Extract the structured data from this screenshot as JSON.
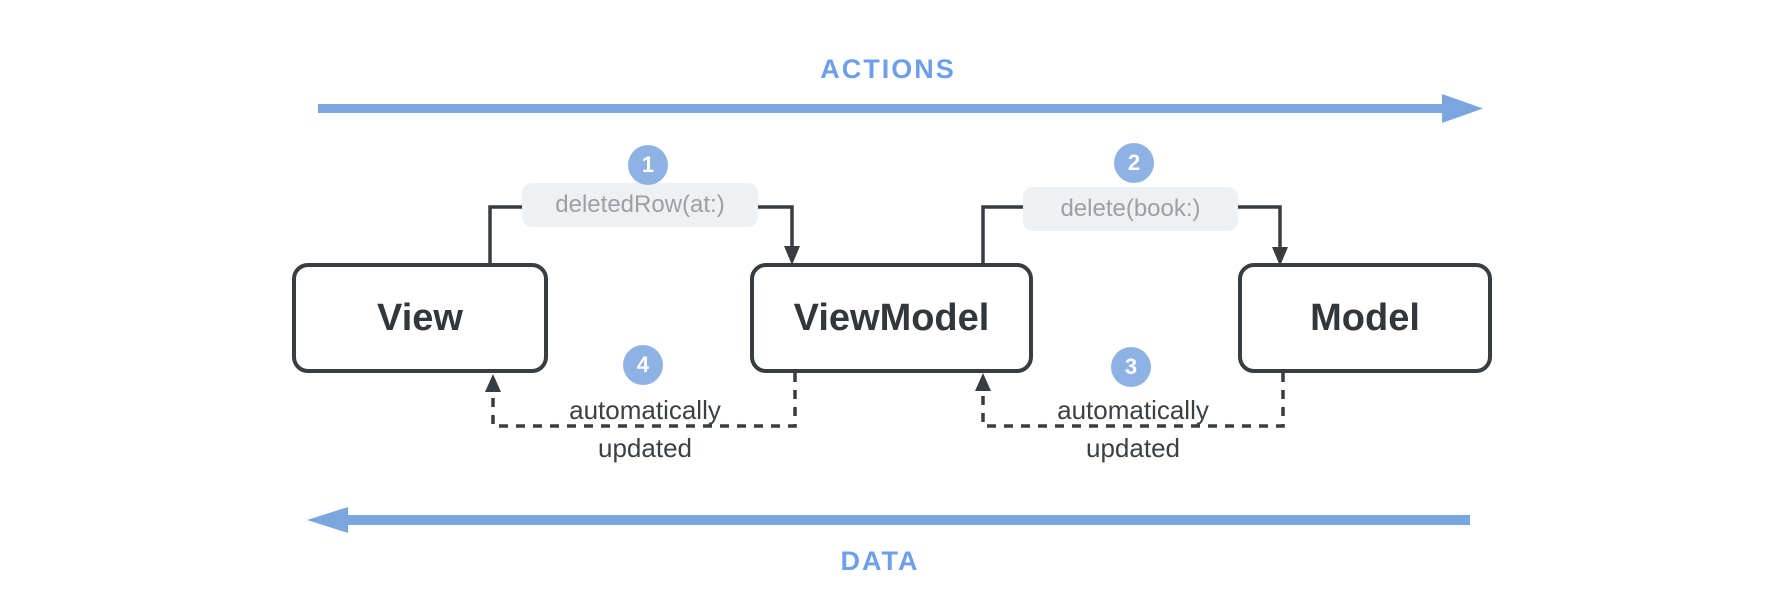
{
  "colors": {
    "arrow_blue": "#7aa5de",
    "badge_blue": "#8fb2e5",
    "flow_label_blue": "#6d9feb",
    "line_dark": "#383d41",
    "chip_bg": "#eef1f3",
    "chip_text": "#9aa0a6",
    "box_text": "#32373c"
  },
  "flows": {
    "top": "ACTIONS",
    "bottom": "DATA"
  },
  "boxes": {
    "view": "View",
    "viewmodel": "ViewModel",
    "model": "Model"
  },
  "steps": [
    {
      "number": "1",
      "label": "deletedRow(at:)"
    },
    {
      "number": "2",
      "label": "delete(book:)"
    },
    {
      "number": "3",
      "label": "automatically updated"
    },
    {
      "number": "4",
      "label": "automatically updated"
    }
  ]
}
